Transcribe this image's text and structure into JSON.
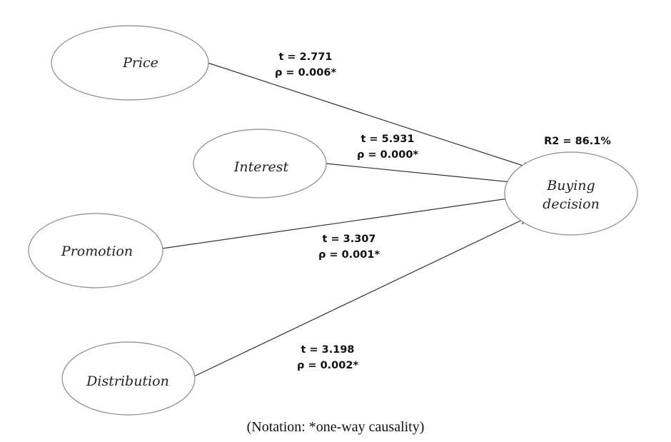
{
  "nodes": {
    "price": "Price",
    "interest": "Interest",
    "promotion": "Promotion",
    "distribution": "Distribution",
    "buying_decision_line1": "Buying",
    "buying_decision_line2": "decision"
  },
  "paths": {
    "price": {
      "t": "t = 2.771",
      "p": "ρ = 0.006*"
    },
    "interest": {
      "t": "t = 5.931",
      "p": "ρ = 0.000*"
    },
    "promotion": {
      "t": "t = 3.307",
      "p": "ρ = 0.001*"
    },
    "distribution": {
      "t": "t = 3.198",
      "p": "ρ = 0.002*"
    }
  },
  "r_squared": "R2 = 86.1%",
  "caption": "(Notation: *one-way causality)"
}
